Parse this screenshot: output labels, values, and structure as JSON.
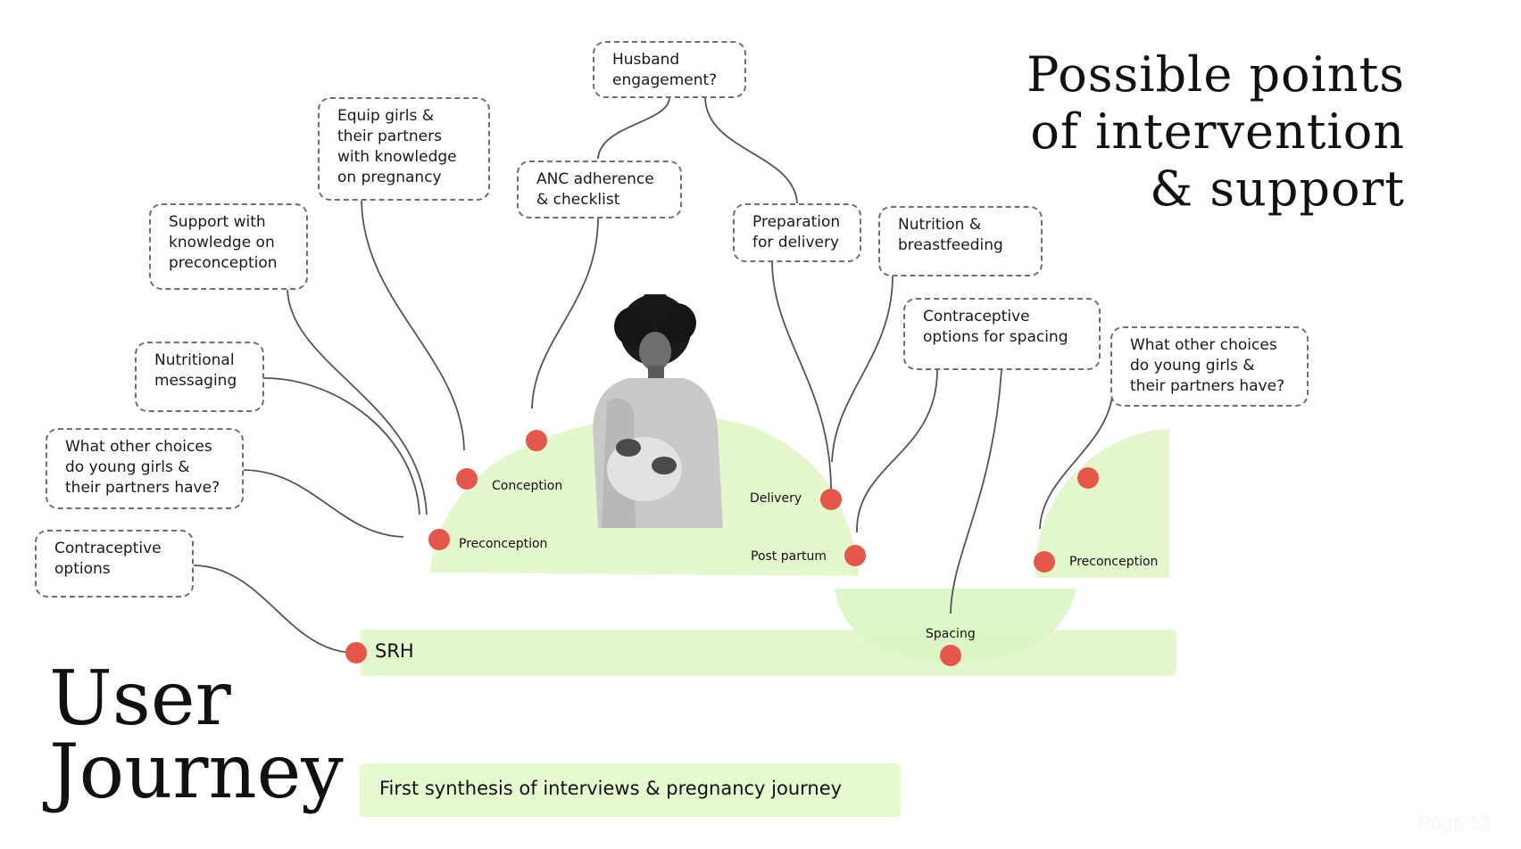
{
  "heading": {
    "points_title": "Possible points\nof intervention\n& support",
    "journey_title": "User\nJourney"
  },
  "notes": {
    "husband": "Husband\nengagement?",
    "equip": "Equip girls &\ntheir partners\nwith knowledge\non pregnancy",
    "anc": "ANC adherence\n& checklist",
    "support_preconception": "Support with\nknowledge on\npreconception",
    "nutritional": "Nutritional\nmessaging",
    "choices_left": "What other choices\ndo young girls &\ntheir partners have?",
    "contraceptive_left": "Contraceptive\noptions",
    "preparation": "Preparation\nfor delivery",
    "nutrition_bf": "Nutrition &\nbreastfeeding",
    "contraceptive_spacing": "Contraceptive\noptions for spacing",
    "choices_right": "What other choices\ndo young girls &\ntheir partners have?"
  },
  "stages": {
    "conception": "Conception",
    "preconception": "Preconception",
    "delivery": "Delivery",
    "post_partum": "Post partum",
    "preconception_2": "Preconception",
    "spacing": "Spacing",
    "srh": "SRH"
  },
  "footer": {
    "synthesis": "First synthesis of interviews & pregnancy journey",
    "page": "Page 13"
  },
  "colors": {
    "journey_green": "#e4f7cd",
    "node_red": "#e4574a",
    "connector": "#555555",
    "dashed_border": "#6f6f6f"
  },
  "image": {
    "person": "pregnant-woman-photo"
  }
}
